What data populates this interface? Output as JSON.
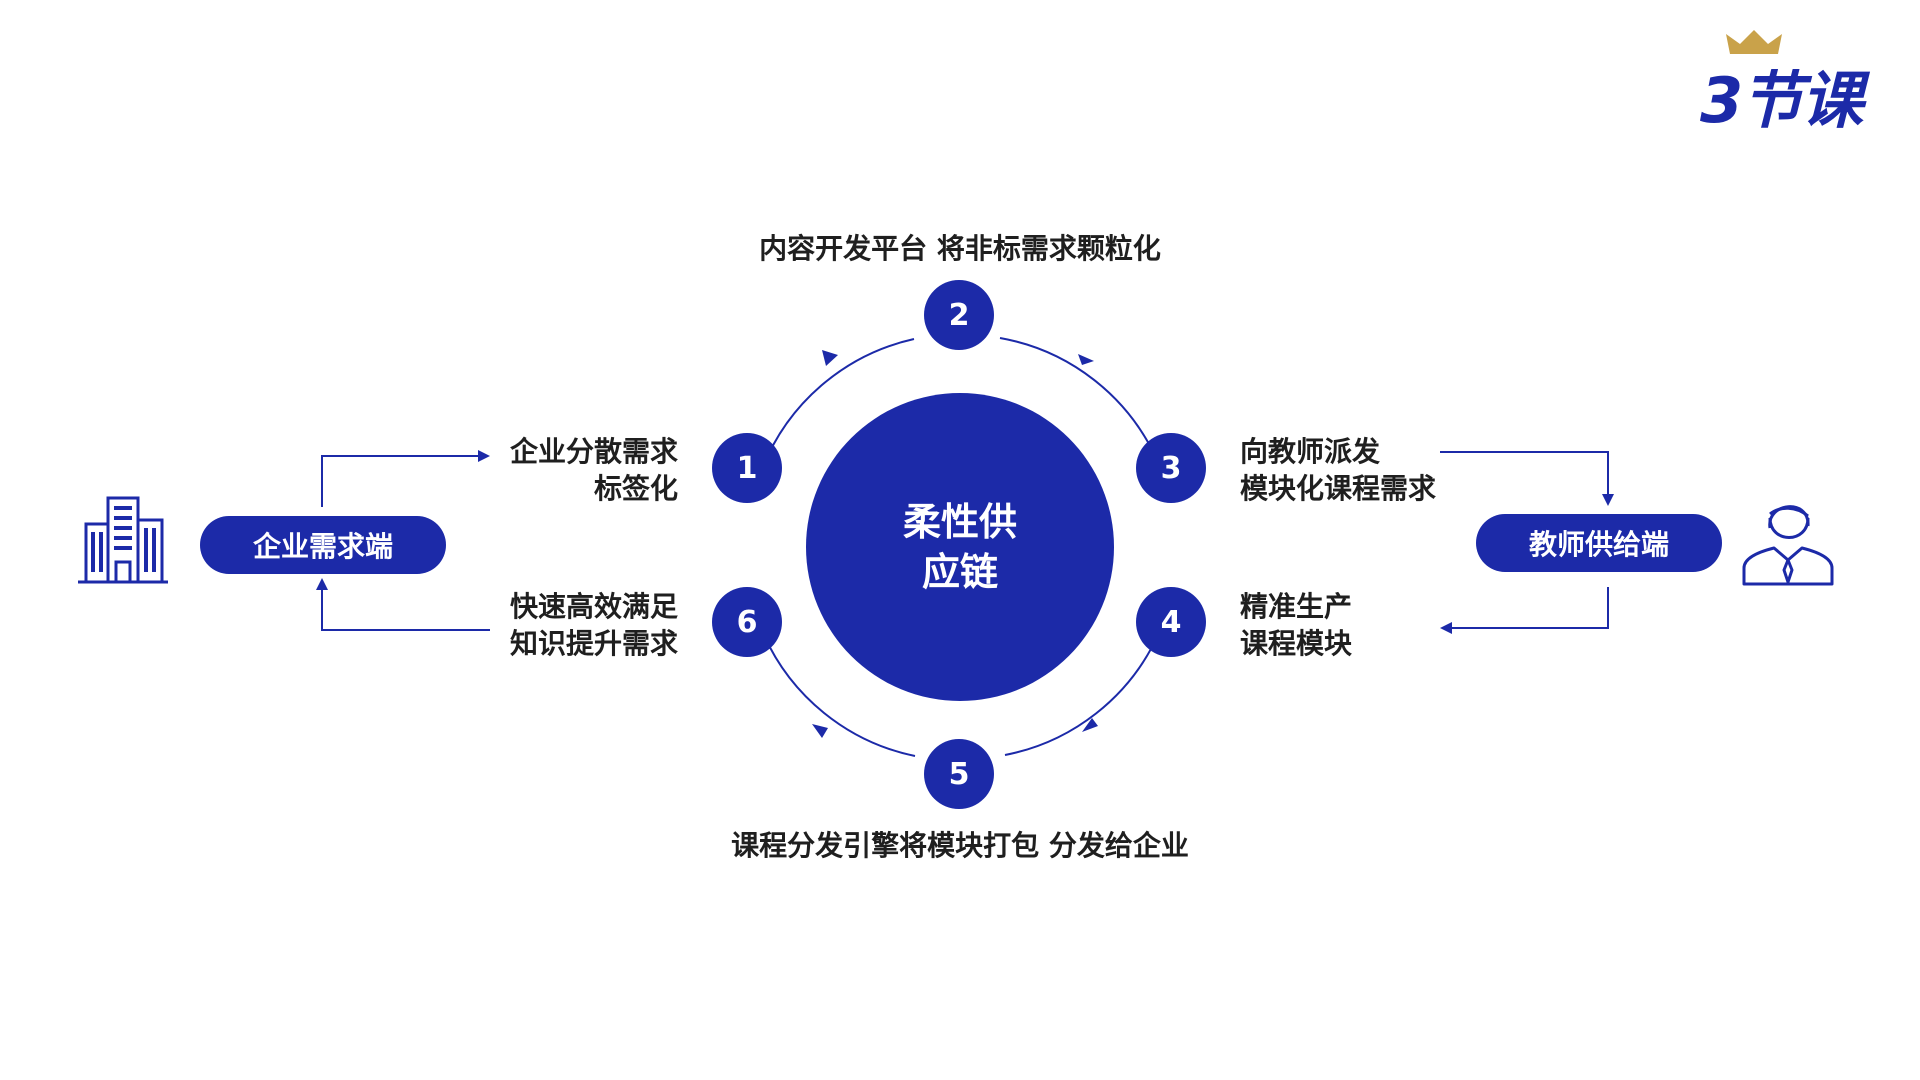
{
  "logo": {
    "text": "3节课"
  },
  "center": {
    "line1": "柔性供",
    "line2": "应链"
  },
  "nodes": [
    {
      "num": "1",
      "lines": [
        "企业分散需求",
        "标签化"
      ]
    },
    {
      "num": "2",
      "lines": [
        "内容开发平台 将非标需求颗粒化"
      ]
    },
    {
      "num": "3",
      "lines": [
        "向教师派发",
        "模块化课程需求"
      ]
    },
    {
      "num": "4",
      "lines": [
        "精准生产",
        "课程模块"
      ]
    },
    {
      "num": "5",
      "lines": [
        "课程分发引擎将模块打包 分发给企业"
      ]
    },
    {
      "num": "6",
      "lines": [
        "快速高效满足",
        "知识提升需求"
      ]
    }
  ],
  "left_actor": {
    "label": "企业需求端",
    "icon": "building-icon"
  },
  "right_actor": {
    "label": "教师供给端",
    "icon": "teacher-icon"
  },
  "colors": {
    "primary": "#1c2aa8",
    "text": "#1f1f1f",
    "background": "#ffffff"
  }
}
